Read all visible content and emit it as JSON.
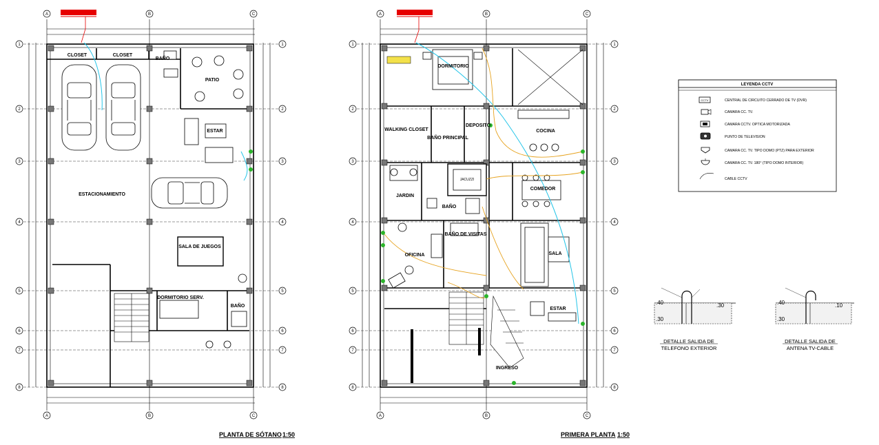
{
  "grid": {
    "columns": [
      "A",
      "B",
      "C"
    ],
    "rows": [
      "1",
      "2",
      "3",
      "4",
      "5",
      "6",
      "7",
      "8"
    ]
  },
  "plan_left": {
    "title": "PLANTA DE SÓTANO",
    "scale": "1:50",
    "rooms": {
      "closet_a": "CLOSET",
      "closet_b": "CLOSET",
      "bano_top": "BAÑO",
      "patio": "PATIO",
      "estar": "ESTAR",
      "estacionamiento": "ESTACIONAMIENTO",
      "sala_juegos": "SALA DE JUEGOS",
      "dormitorio_serv": "DORMITORIO SERV.",
      "bano_serv": "BAÑO"
    }
  },
  "plan_right": {
    "title": "PRIMERA PLANTA",
    "scale": "1:50",
    "rooms": {
      "dormitorio": "DORMITORIO",
      "walking_closet": "WALKING CLOSET",
      "bano_principal": "BAÑO PRINCIPAL",
      "deposito": "DEPOSITO",
      "cocina": "COCINA",
      "jacuzzi": "JACUZZI",
      "comedor": "COMEDOR",
      "jardin": "JARDIN",
      "bano": "BAÑO",
      "bano_visitas": "BAÑO DE VISITAS",
      "oficina": "OFICINA",
      "sala": "SALA",
      "estar": "ESTAR",
      "ingreso": "INGRESO"
    }
  },
  "legend": {
    "title": "LEYENDA CCTV",
    "items": [
      {
        "icon": "dvr-icon",
        "text": "CENTRAL DE CIRCUITO CERRADO DE TV (DVR)"
      },
      {
        "icon": "camera-icon",
        "text": "CAMARA CC. TV."
      },
      {
        "icon": "motor-camera-icon",
        "text": "CAMARA CCTV. OPTICA MOTORIZADA"
      },
      {
        "icon": "tv-point-icon",
        "text": "PUNTO DE TELEVISION"
      },
      {
        "icon": "dome-ext-icon",
        "text": "CAMARA CC. TV. TIPO DOMO (PTZ) PARA EXTERIOR"
      },
      {
        "icon": "dome-int-icon",
        "text": "CAMARA CC. TV. 180° (TIPO DOMO INTERIOR)"
      },
      {
        "icon": "cable-icon",
        "text": "CABLE CCTV"
      }
    ]
  },
  "details": {
    "left": {
      "title_1": "DETALLE SALIDA DE",
      "title_2": "TELEFONO EXTERIOR",
      "dim_1": ".40",
      "dim_2": ".30",
      "dim_3": ".30"
    },
    "right": {
      "title_1": "DETALLE SALIDA DE",
      "title_2": "ANTENA TV-CABLE",
      "dim_1": ".40",
      "dim_2": ".30",
      "dim_3": ".10"
    }
  },
  "colors": {
    "line": "#000000",
    "cable_cyan": "#22c4e8",
    "cable_orange": "#e6a21e",
    "accent_red": "#e60000",
    "node_green": "#2bb52b"
  }
}
